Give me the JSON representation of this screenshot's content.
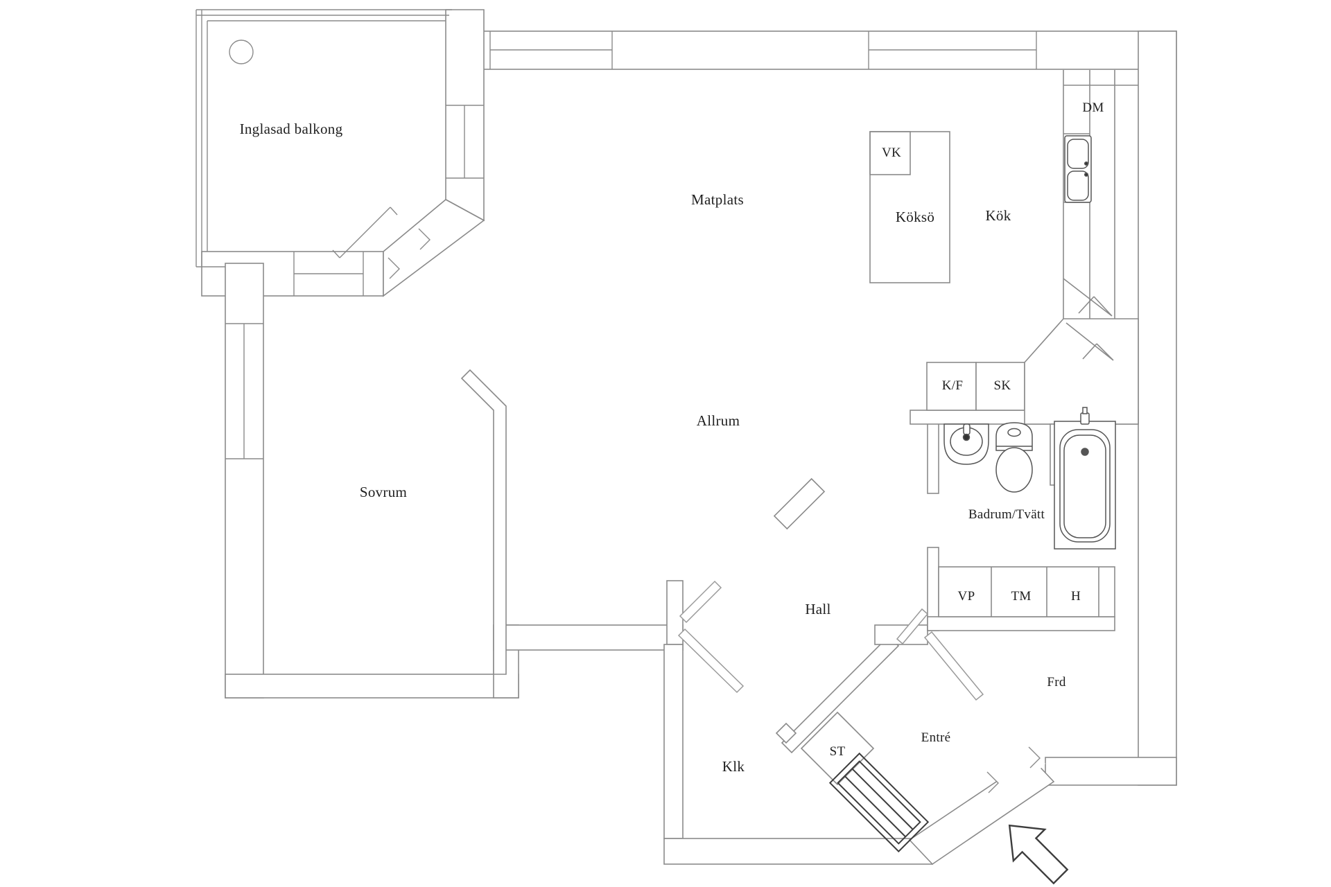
{
  "plan_title": "Apartment floor plan",
  "colors": {
    "background": "#ffffff",
    "wall_line": "#8a8a8a",
    "fixture_line": "#555555",
    "dark_line": "#3d3d3d",
    "text": "#1f1f1f"
  },
  "rooms": {
    "balcony": "Inglasad balkong",
    "dining": "Matplats",
    "kitchen": "Kök",
    "kitchen_island": "Köksö",
    "vk": "VK",
    "dm": "DM",
    "kf": "K/F",
    "sk": "SK",
    "living": "Allrum",
    "bedroom": "Sovrum",
    "bathroom": "Badrum/Tvätt",
    "vp": "VP",
    "tm": "TM",
    "h": "H",
    "hall": "Hall",
    "frd": "Frd",
    "entrance": "Entré",
    "klk": "Klk",
    "st": "ST"
  },
  "fixtures": [
    "kitchen-sink",
    "dishwasher-counter",
    "corner-cabinet",
    "bathroom-sink",
    "toilet",
    "bathtub",
    "shoe-rack",
    "entry-arrow",
    "balcony-ceiling-light"
  ]
}
